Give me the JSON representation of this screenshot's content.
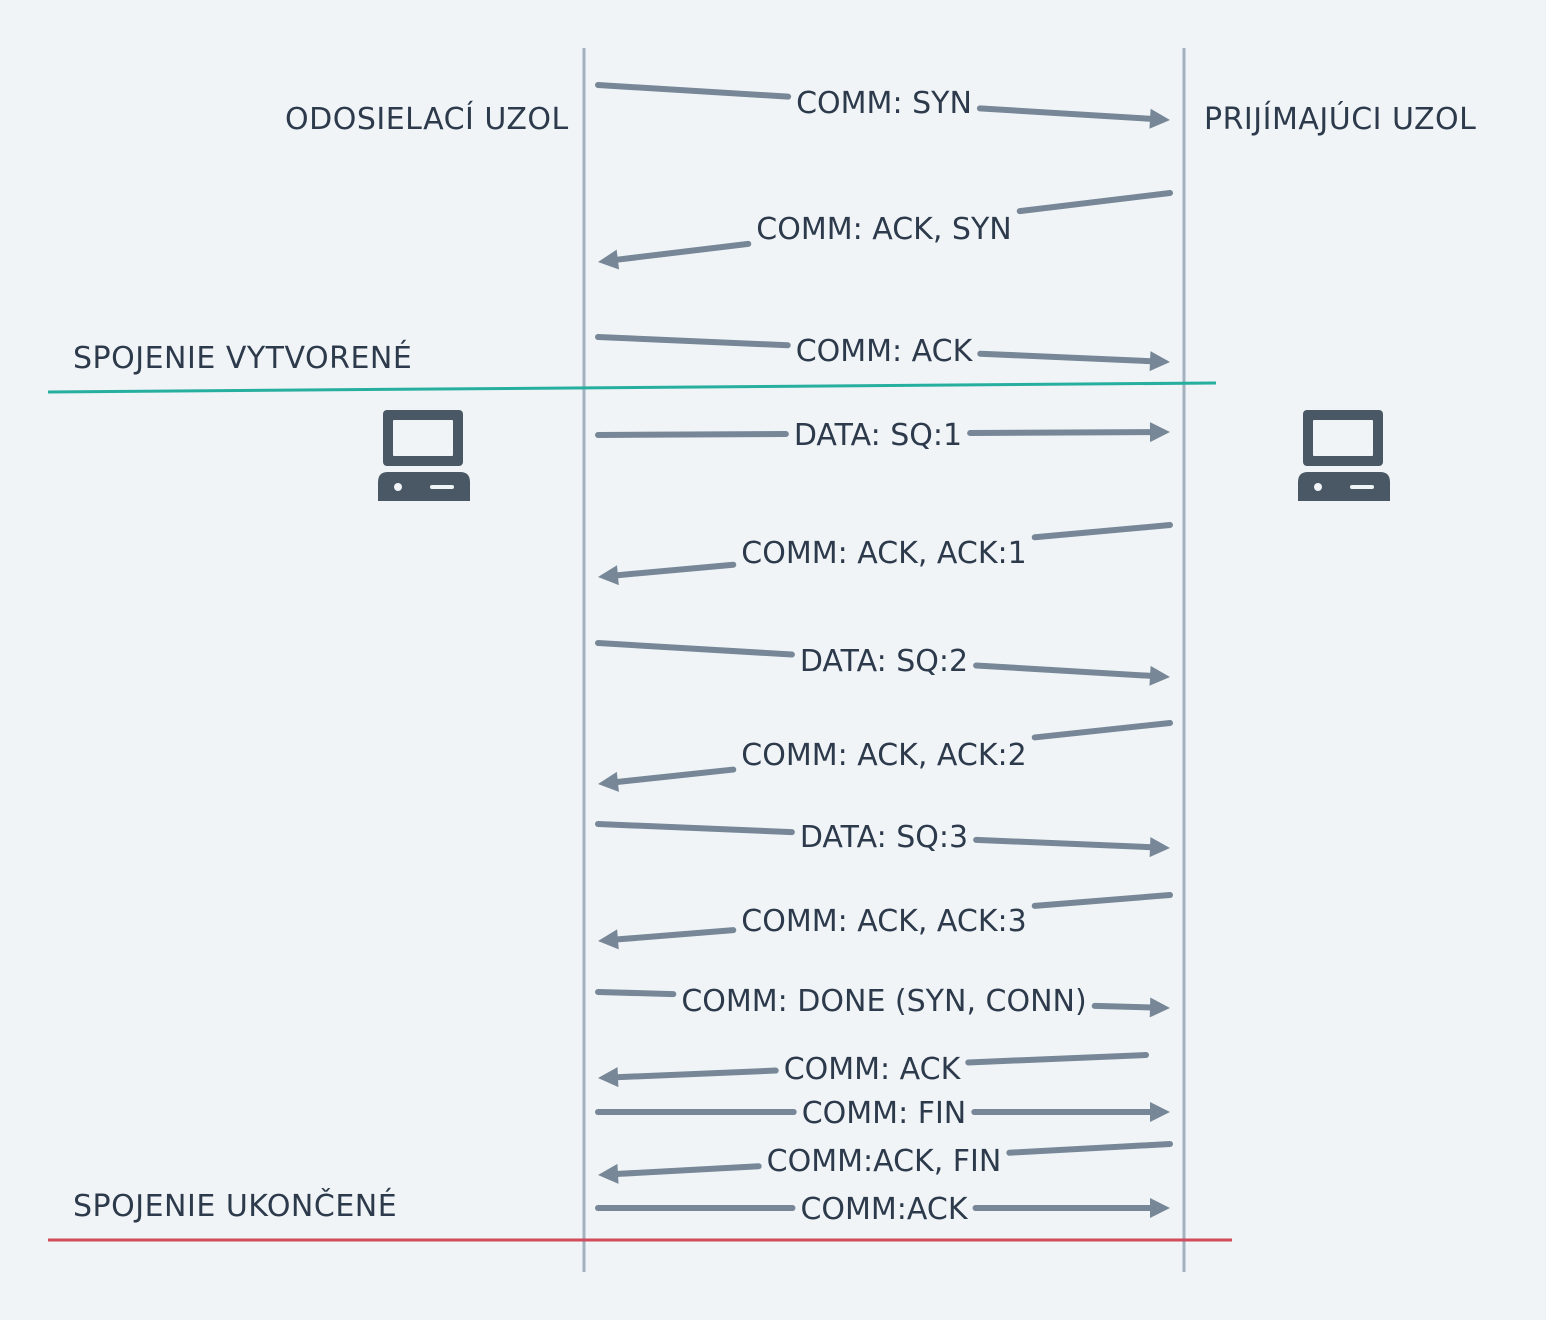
{
  "nodes": {
    "sender": "ODOSIELACÍ UZOL",
    "receiver": "PRIJÍMAJÚCI UZOL"
  },
  "phases": {
    "established": "SPOJENIE VYTVORENÉ",
    "terminated": "SPOJENIE UKONČENÉ"
  },
  "icons": {
    "sender": "computer-icon",
    "receiver": "computer-icon"
  },
  "colors": {
    "background": "#f0f4f7",
    "text": "#2c3a4b",
    "arrow": "#778797",
    "lifeline": "#a3b2c0",
    "established_line": "#26ae9e",
    "terminated_line": "#d24b59",
    "icon": "#4a5866"
  },
  "messages": [
    {
      "label": "COMM: SYN",
      "direction": "right"
    },
    {
      "label": "COMM: ACK, SYN",
      "direction": "left"
    },
    {
      "label": "COMM: ACK",
      "direction": "right"
    },
    {
      "label": "DATA: SQ:1",
      "direction": "right"
    },
    {
      "label": "COMM: ACK, ACK:1",
      "direction": "left"
    },
    {
      "label": "DATA: SQ:2",
      "direction": "right"
    },
    {
      "label": "COMM: ACK, ACK:2",
      "direction": "left"
    },
    {
      "label": "DATA: SQ:3",
      "direction": "right"
    },
    {
      "label": "COMM: ACK, ACK:3",
      "direction": "left"
    },
    {
      "label": "COMM: DONE (SYN, CONN)",
      "direction": "right"
    },
    {
      "label": "COMM: ACK",
      "direction": "left"
    },
    {
      "label": "COMM: FIN",
      "direction": "right"
    },
    {
      "label": "COMM:ACK, FIN",
      "direction": "left"
    },
    {
      "label": "COMM:ACK",
      "direction": "right"
    }
  ]
}
